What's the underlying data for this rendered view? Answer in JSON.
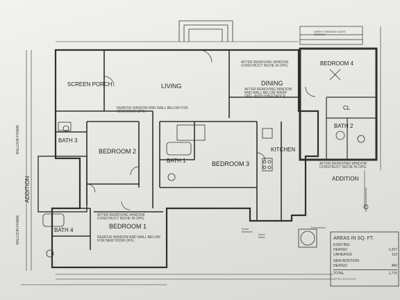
{
  "rooms": {
    "screen_porch": "SCREEN PORCH",
    "living": "LIVING",
    "dining": "DINING",
    "bedroom4": "BEDROOM 4",
    "cl": "CL",
    "bath2": "BATH 2",
    "bath3": "BATH 3",
    "bedroom2": "BEDROOM 2",
    "bath1": "BATH 1",
    "bedroom3": "BEDROOM 3",
    "kitchen": "KITCHEN",
    "bath4": "BATH 4",
    "bedroom1": "BEDROOM 1",
    "addition_left": "ADDITION",
    "addition_right": "ADDITION"
  },
  "notes": {
    "dining_niche": "AFTER REMOVING WINDOW CONSTRUCT NICHE IN OPG.",
    "dining_wrap": "AFTER REMOVING WINDOW AND WALL BELOW WRAP OPG. WITH SHEETROCK",
    "remove_window_top": "REMOVE WINDOW AND WALL BELOW FOR NEW DOOR OPG.",
    "bed1_niche": "AFTER REMOVING WINDOW CONSTRUCT NICHE IN OPG.",
    "bed1_door": "REMOVE WINDOW AND WALL BELOW FOR NEW DOOR OPG.",
    "right_niche": "AFTER REMOVING WINDOW CONSTRUCT NICHE IN OPG.",
    "verify_window": "VERIFY WINDOW SIZES NEEDED",
    "balloon_frame_1": "BALLOON FRAME",
    "balloon_frame_2": "BALLOON FRAME",
    "panel": "Panel Breakers",
    "elec_meter": "Elect. Meter",
    "compressor": "Compressor"
  },
  "areas": {
    "title": "AREAS IN SQ. FT.",
    "existing": "EXISTING:",
    "heated_label": "HEATED",
    "heated_value": "1,257",
    "unheated_label": "UNHEATED",
    "unheated_value": "119",
    "new_addition": "NEW ADDITION:",
    "new_heated_label": "HEATED",
    "new_heated_value": "400",
    "total_label": "TOTAL",
    "total_value": "1,776",
    "fine_print": "MPND LALEB ROOF"
  },
  "colors": {
    "ink": "#2e2e2e",
    "paper": "#eeeeea",
    "hatch": "#555555"
  }
}
